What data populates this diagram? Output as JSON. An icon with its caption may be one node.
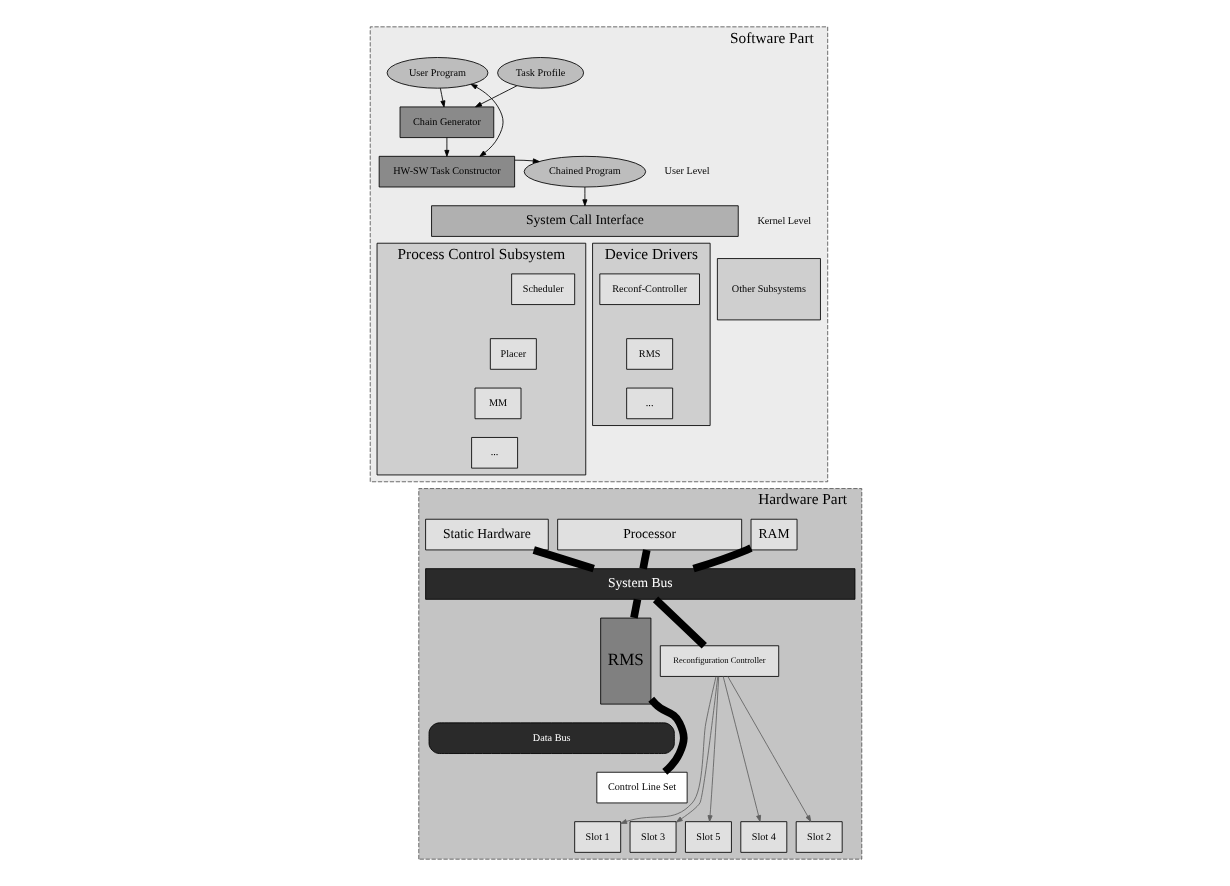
{
  "diagram": {
    "nodes": [
      {
        "text": [
          "Software Part"
        ]
      },
      {
        "text": [
          "User Program"
        ],
        "in": 0
      },
      {
        "text": [
          "Task Profile"
        ],
        "in": 0
      },
      {
        "text": [
          "Chain Generator"
        ],
        "in": 0
      },
      {
        "text": [
          "HW-SW Task Constructor"
        ],
        "in": 0
      },
      {
        "text": [
          "Chained Program"
        ],
        "in": 0
      },
      {
        "text": [
          "System Call Interface"
        ],
        "in": 0
      },
      {
        "text": [
          "Other Subsystems"
        ],
        "in": 0
      },
      {
        "text": [
          "Device Drivers"
        ],
        "in": 0
      },
      {
        "text": [
          "Reconf-Controller"
        ],
        "in": 8
      },
      {
        "text": [
          "RMS"
        ],
        "in": 8
      },
      {
        "text": [
          "..."
        ],
        "in": 8
      },
      {
        "text": [
          "Process Control Subsystem"
        ],
        "in": 0
      },
      {
        "text": [
          "Scheduler"
        ],
        "in": 12
      },
      {
        "text": [
          "Placer"
        ],
        "in": 12
      },
      {
        "text": [
          "MM"
        ],
        "in": 12
      },
      {
        "text": [
          "..."
        ],
        "in": 12
      },
      {
        "text": [
          "Hardware Part"
        ]
      },
      {
        "text": [
          "Processor"
        ],
        "in": 17
      },
      {
        "text": [
          "RAM"
        ],
        "in": 17
      },
      {
        "text": [
          "Static Hardware"
        ],
        "in": 17
      },
      {
        "text": [
          "System Bus"
        ],
        "in": 17
      },
      {
        "text": [
          "RMS"
        ],
        "in": 17
      },
      {
        "text": [
          "Reconfiguration Controller"
        ],
        "in": 17
      },
      {
        "text": [
          "Data Bus"
        ],
        "in": 17
      },
      {
        "text": [
          "Control Line Set"
        ],
        "in": 17
      },
      {
        "text": [
          "Slot 1"
        ],
        "in": 17
      },
      {
        "text": [
          "Slot 2"
        ],
        "in": 17
      },
      {
        "text": [
          "Slot 3"
        ],
        "in": 17
      },
      {
        "text": [
          "Slot 4"
        ],
        "in": 17
      },
      {
        "text": [
          "Slot 5"
        ],
        "in": 17
      }
    ],
    "edges": [
      {
        "from": 1,
        "to": 3,
        "arrow": "to"
      },
      {
        "from": 2,
        "to": 3,
        "arrow": "to"
      },
      {
        "from": 3,
        "to": 4,
        "arrow": "to"
      },
      {
        "from": 1,
        "to": 4,
        "arrow": "both"
      },
      {
        "from": 4,
        "to": 5,
        "arrow": "to"
      },
      {
        "from": 5,
        "to": 6,
        "arrow": "to"
      },
      {
        "from": 18,
        "to": 21,
        "arrow": "none",
        "style": "thick"
      },
      {
        "from": 19,
        "to": 21,
        "arrow": "none",
        "style": "thick"
      },
      {
        "from": 20,
        "to": 21,
        "arrow": "none",
        "style": "thick"
      },
      {
        "from": 21,
        "to": 22,
        "arrow": "none",
        "style": "thick"
      },
      {
        "from": 21,
        "to": 23,
        "arrow": "none",
        "style": "thick"
      },
      {
        "from": 23,
        "to": 26,
        "arrow": "to",
        "color": "#606060"
      },
      {
        "from": 23,
        "to": 27,
        "arrow": "to",
        "color": "#606060"
      },
      {
        "from": 23,
        "to": 28,
        "arrow": "to",
        "color": "#606060"
      },
      {
        "from": 23,
        "to": 29,
        "arrow": "to",
        "color": "#606060"
      },
      {
        "from": 23,
        "to": 30,
        "arrow": "to",
        "color": "#606060"
      },
      {
        "from": 22,
        "to": 25,
        "arrow": "none",
        "style": "thick"
      }
    ],
    "labels": [
      "User Level",
      "Kernel Level"
    ]
  }
}
